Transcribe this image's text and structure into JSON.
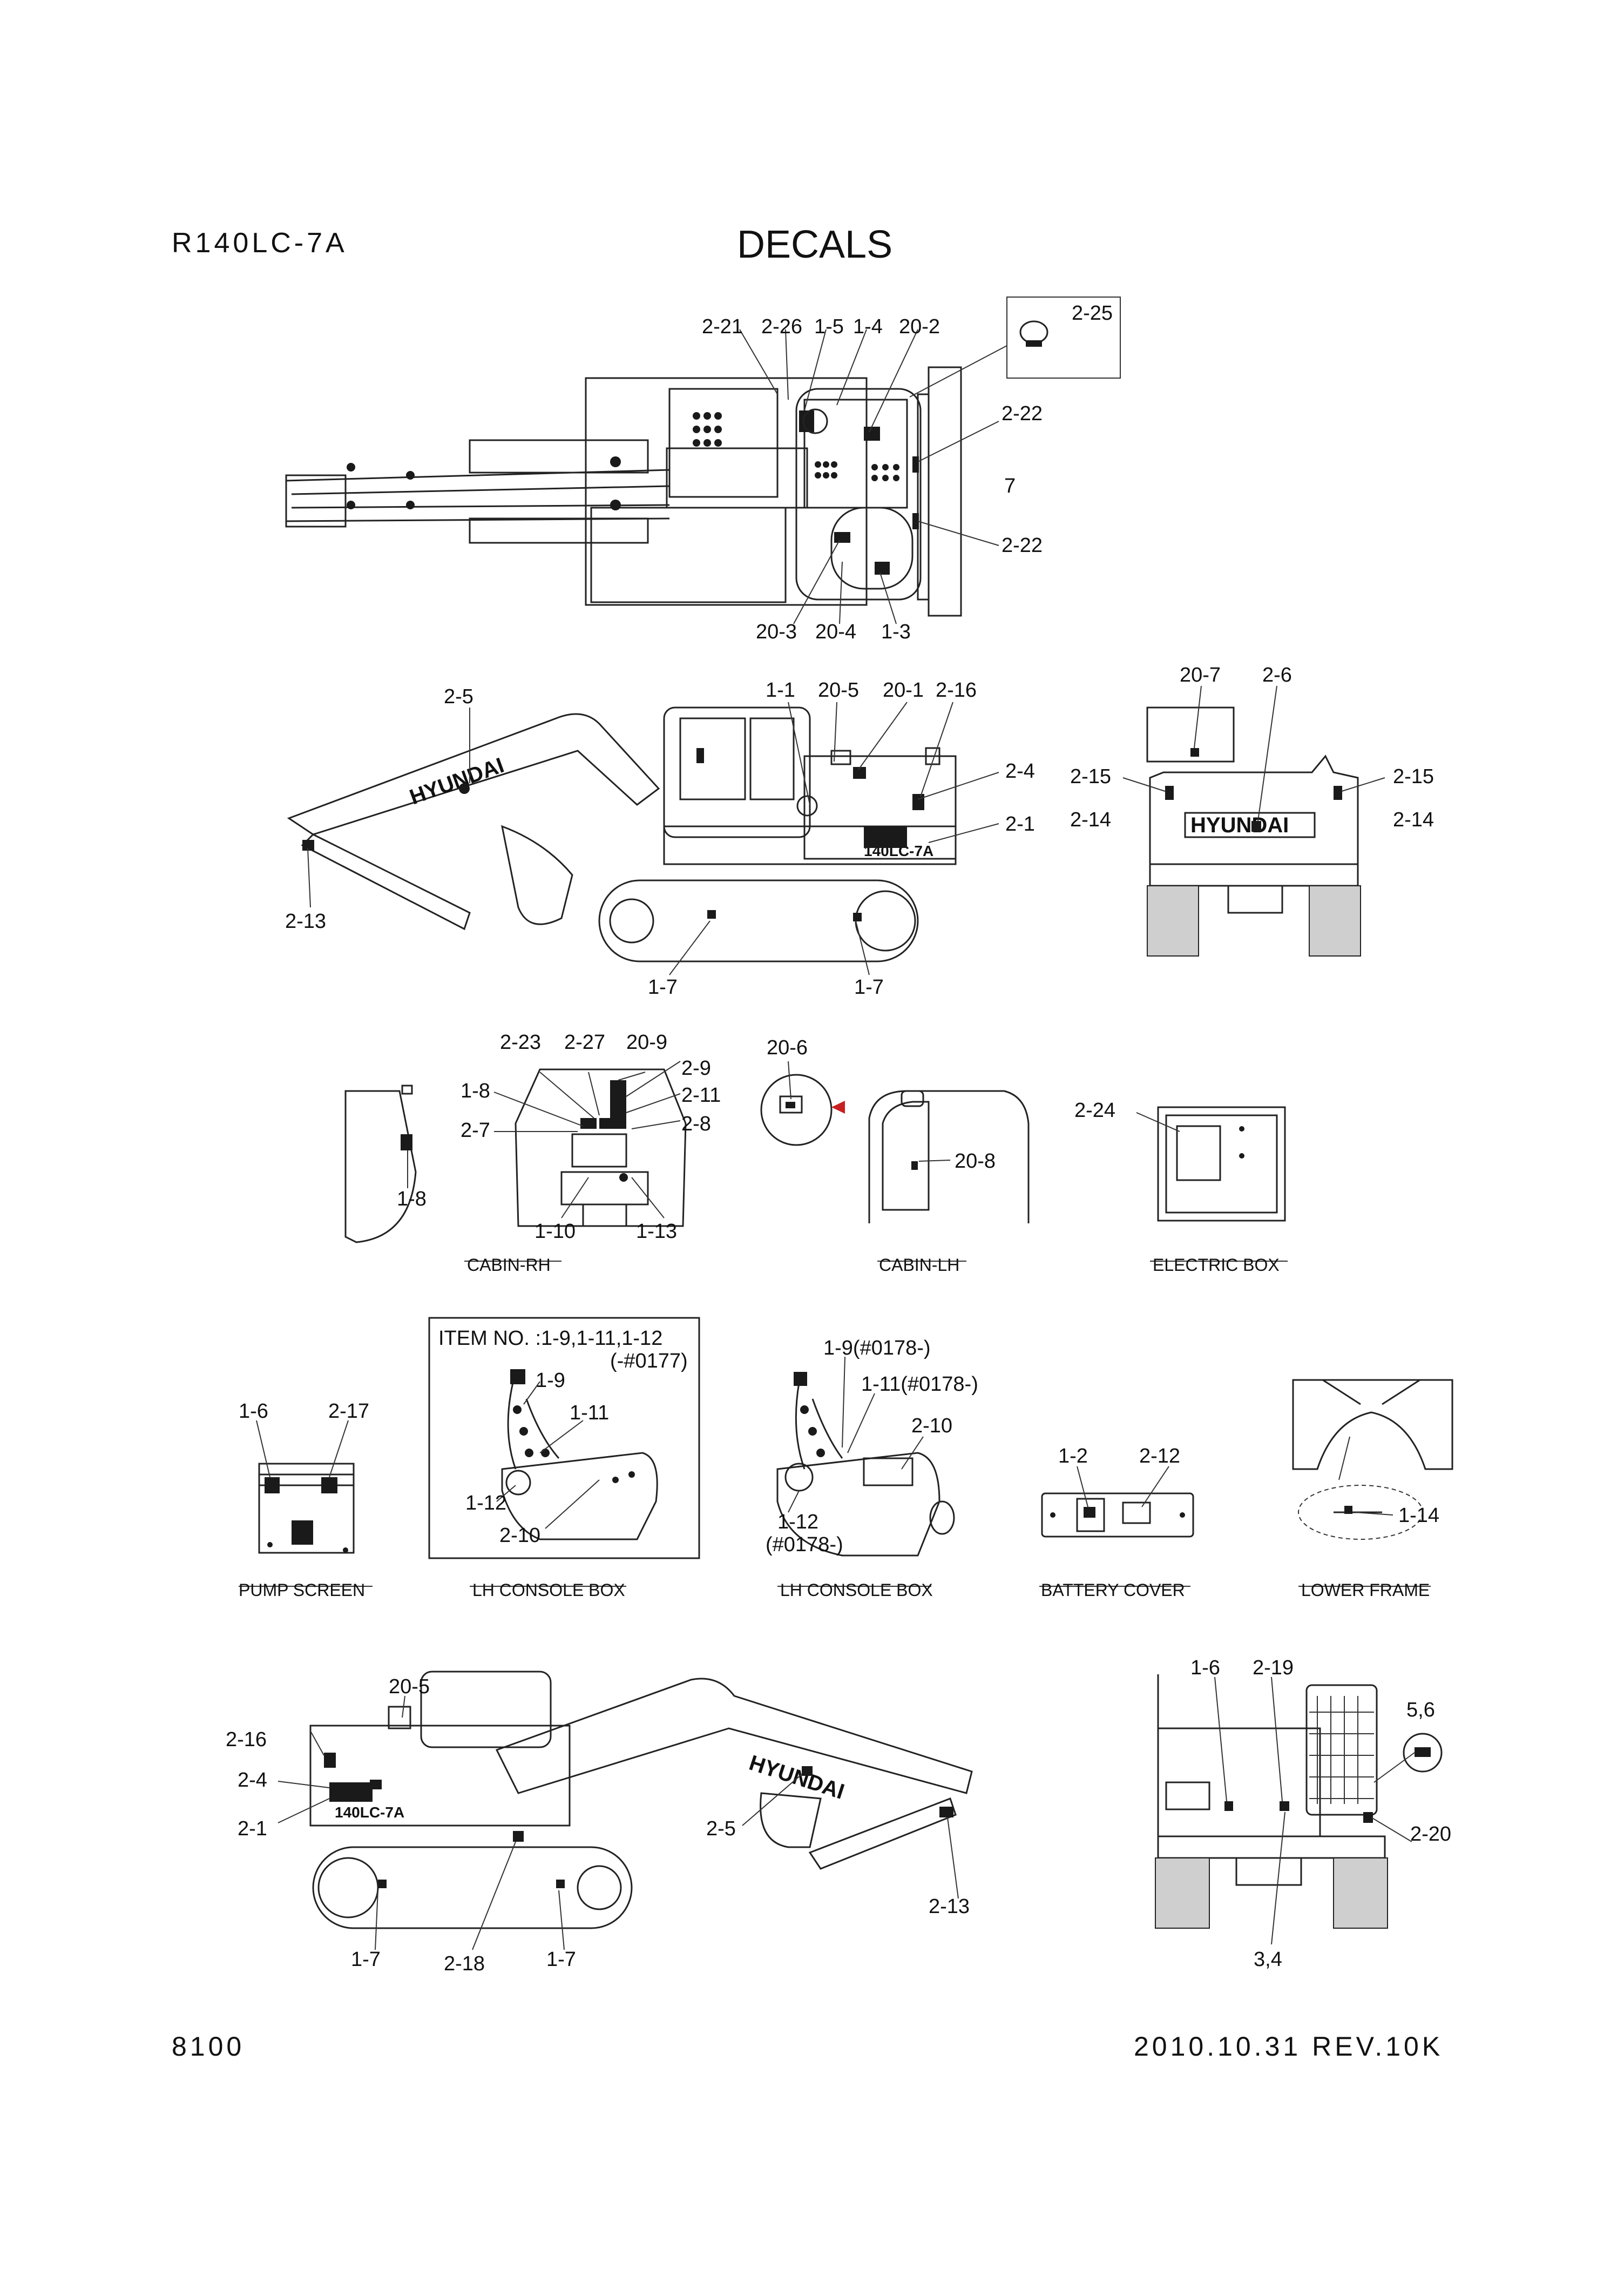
{
  "header": {
    "model": "R140LC-7A",
    "title": "DECALS"
  },
  "footer": {
    "page": "8100",
    "revision": "2010.10.31  REV.10K"
  },
  "views": {
    "top": [
      "2-21",
      "2-26",
      "1-5",
      "1-4",
      "20-2",
      "2-25",
      "2-22",
      "7",
      "2-22",
      "20-3",
      "20-4",
      "1-3"
    ],
    "side_left": [
      "2-5",
      "1-1",
      "20-5",
      "20-1",
      "2-16",
      "2-4",
      "2-1",
      "2-13",
      "1-7",
      "1-7"
    ],
    "rear": [
      "20-7",
      "2-6",
      "2-15",
      "2-15",
      "2-14",
      "2-14"
    ],
    "brand": "HYUNDAI",
    "model_mark": "140LC-7A"
  },
  "details": {
    "cabin_rh": {
      "caption": "CABIN-RH",
      "labels": [
        "1-8",
        "1-8",
        "2-23",
        "2-27",
        "20-9",
        "2-9",
        "2-11",
        "2-7",
        "2-8",
        "1-10",
        "1-13"
      ]
    },
    "cabin_lh": {
      "caption": "CABIN-LH",
      "labels": [
        "20-6",
        "20-8"
      ]
    },
    "electric_box": {
      "caption": "ELECTRIC BOX",
      "labels": [
        "2-24"
      ]
    },
    "pump_screen": {
      "caption": "PUMP SCREEN",
      "labels": [
        "1-6",
        "2-17"
      ]
    },
    "console_a": {
      "caption": "LH CONSOLE BOX",
      "heading1": "ITEM NO. :1-9,1-11,1-12",
      "heading2": "(-#0177)",
      "labels": [
        "1-9",
        "1-11",
        "1-12",
        "2-10"
      ]
    },
    "console_b": {
      "caption": "LH CONSOLE BOX",
      "labels": [
        "1-9(#0178-)",
        "1-11(#0178-)",
        "2-10",
        "1-12",
        "(#0178-)"
      ]
    },
    "battery_cover": {
      "caption": "BATTERY COVER",
      "labels": [
        "1-2",
        "2-12"
      ]
    },
    "lower_frame": {
      "caption": "LOWER FRAME",
      "labels": [
        "1-14"
      ]
    }
  },
  "bottom": {
    "side_right": [
      "20-5",
      "2-16",
      "2-4",
      "2-1",
      "2-5",
      "2-13",
      "1-7",
      "2-18",
      "1-7"
    ],
    "rear_open": [
      "1-6",
      "2-19",
      "5,6",
      "2-20",
      "3,4"
    ]
  }
}
